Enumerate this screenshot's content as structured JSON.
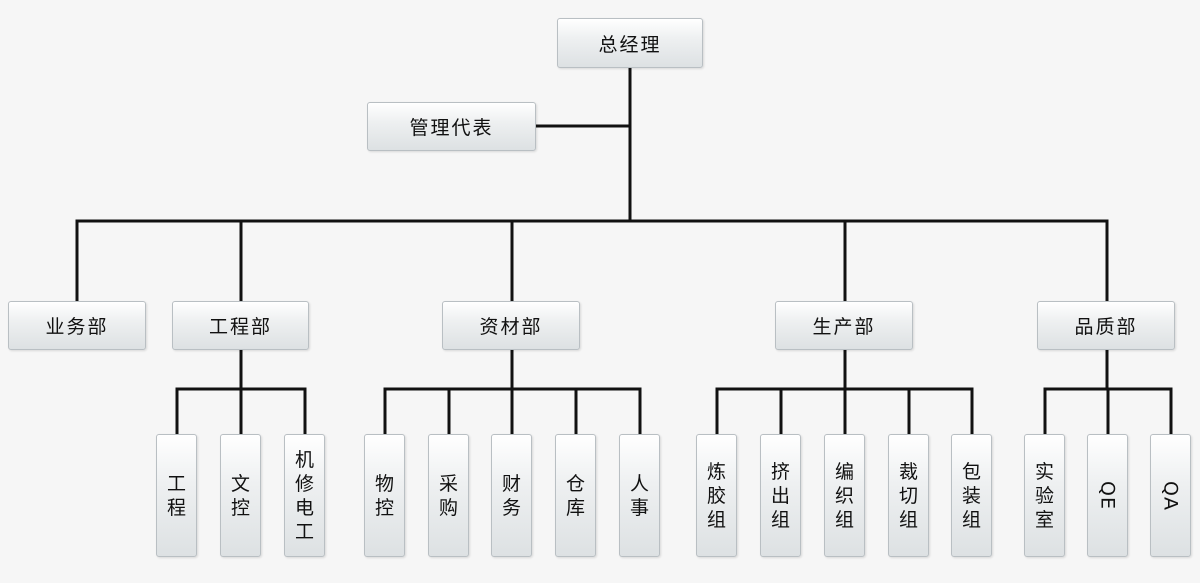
{
  "org": {
    "root": "总经理",
    "rep": "管理代表",
    "depts": [
      {
        "name": "业务部",
        "children": []
      },
      {
        "name": "工程部",
        "children": [
          "工程",
          "文控",
          "机修电工"
        ]
      },
      {
        "name": "资材部",
        "children": [
          "物控",
          "采购",
          "财务",
          "仓库",
          "人事"
        ]
      },
      {
        "name": "生产部",
        "children": [
          "炼胶组",
          "挤出组",
          "编织组",
          "裁切组",
          "包装组"
        ]
      },
      {
        "name": "品质部",
        "children": [
          "实验室",
          "QE",
          "QA"
        ]
      }
    ]
  }
}
